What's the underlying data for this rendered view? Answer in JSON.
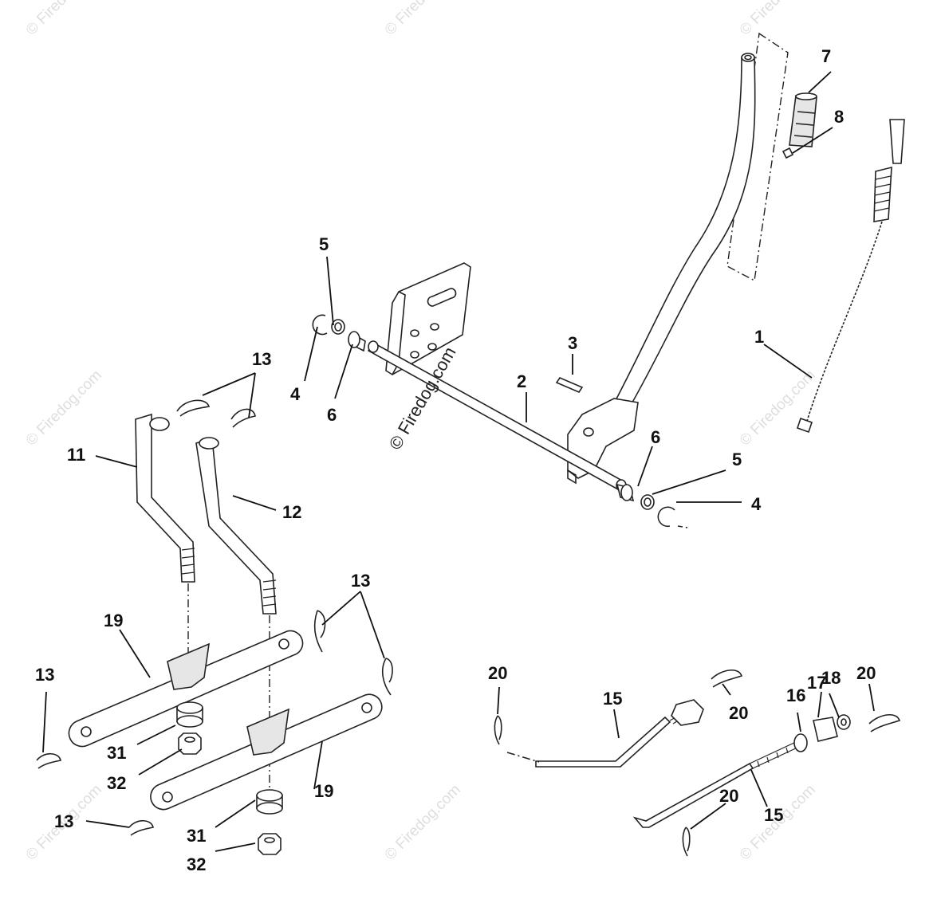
{
  "watermarks": {
    "center": "© Firedog.com",
    "faint": "© Firedog.com"
  },
  "callouts": {
    "c1": "1",
    "c2": "2",
    "c3": "3",
    "c4a": "4",
    "c4b": "4",
    "c5a": "5",
    "c5b": "5",
    "c6a": "6",
    "c6b": "6",
    "c7": "7",
    "c8": "8",
    "c11": "11",
    "c12": "12",
    "c13a": "13",
    "c13b": "13",
    "c13c": "13",
    "c13d": "13",
    "c15a": "15",
    "c15b": "15",
    "c16": "16",
    "c17": "17",
    "c18": "18",
    "c19a": "19",
    "c19b": "19",
    "c20a": "20",
    "c20b": "20",
    "c20c": "20",
    "c20d": "20",
    "c31a": "31",
    "c31b": "31",
    "c32a": "32",
    "c32b": "32"
  }
}
